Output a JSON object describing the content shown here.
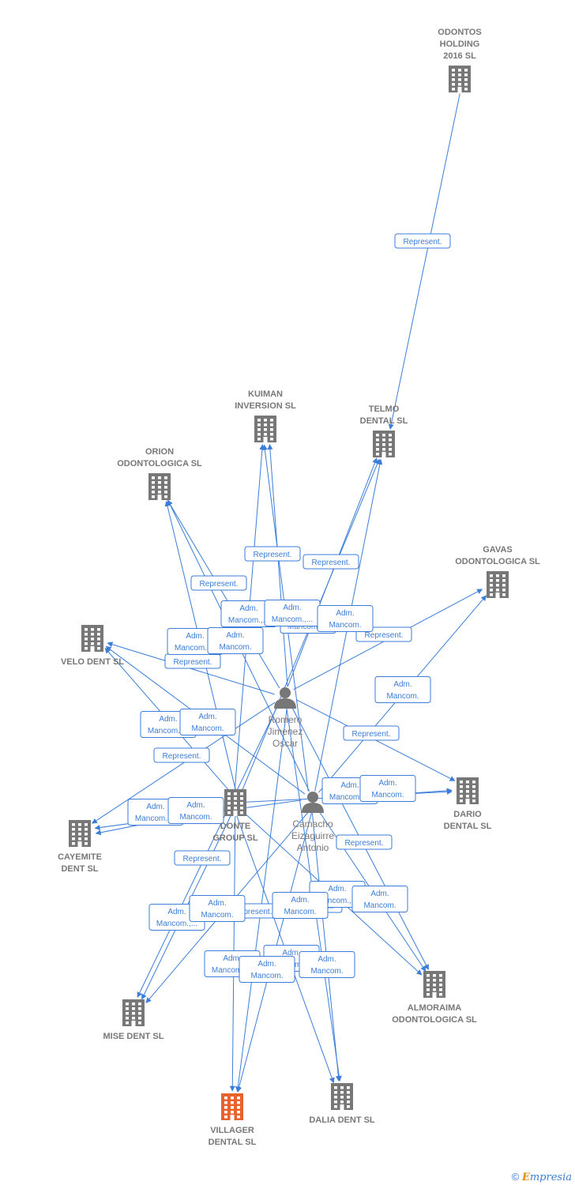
{
  "colors": {
    "edge": "#3b7dd8",
    "company": "#777777",
    "target": "#e8622e",
    "person": "#777777"
  },
  "companies": [
    {
      "id": "odontos",
      "lines": [
        "ODONTOS",
        "HOLDING",
        "2016  SL"
      ],
      "highlight": false
    },
    {
      "id": "telmo",
      "lines": [
        "TELMO",
        "DENTAL SL"
      ],
      "highlight": false
    },
    {
      "id": "kuiman",
      "lines": [
        "KUIMAN",
        "INVERSION SL"
      ],
      "highlight": false
    },
    {
      "id": "orion",
      "lines": [
        "ORION",
        "ODONTOLOGICA SL"
      ],
      "highlight": false
    },
    {
      "id": "gavas",
      "lines": [
        "GAVAS",
        "ODONTOLOGICA SL"
      ],
      "highlight": false
    },
    {
      "id": "velo",
      "lines": [
        "VELO DENT SL"
      ],
      "highlight": false
    },
    {
      "id": "dario",
      "lines": [
        "DARIO",
        "DENTAL SL"
      ],
      "highlight": false
    },
    {
      "id": "donte",
      "lines": [
        "DONTE",
        "GROUP  SL"
      ],
      "highlight": false
    },
    {
      "id": "cayemite",
      "lines": [
        "CAYEMITE",
        "DENT SL"
      ],
      "highlight": false
    },
    {
      "id": "almoraima",
      "lines": [
        "ALMORAIMA",
        "ODONTOLOGICA SL"
      ],
      "highlight": false
    },
    {
      "id": "mise",
      "lines": [
        "MISE DENT SL"
      ],
      "highlight": false
    },
    {
      "id": "dalia",
      "lines": [
        "DALIA DENT SL"
      ],
      "highlight": false
    },
    {
      "id": "villager",
      "lines": [
        "VILLAGER",
        "DENTAL  SL"
      ],
      "highlight": true
    }
  ],
  "persons": [
    {
      "id": "romero",
      "lines": [
        "Romero",
        "Jimenez",
        "Oscar"
      ]
    },
    {
      "id": "camacho",
      "lines": [
        "Camacho",
        "Eizaguirre",
        "Antonio"
      ]
    }
  ],
  "edges": [
    {
      "from": "odontos",
      "to": "telmo"
    },
    {
      "from": "romero",
      "to": "telmo"
    },
    {
      "from": "camacho",
      "to": "telmo"
    },
    {
      "from": "donte",
      "to": "telmo"
    },
    {
      "from": "romero",
      "to": "kuiman"
    },
    {
      "from": "camacho",
      "to": "kuiman"
    },
    {
      "from": "donte",
      "to": "kuiman"
    },
    {
      "from": "romero",
      "to": "orion"
    },
    {
      "from": "camacho",
      "to": "orion"
    },
    {
      "from": "donte",
      "to": "orion"
    },
    {
      "from": "romero",
      "to": "gavas"
    },
    {
      "from": "camacho",
      "to": "gavas"
    },
    {
      "from": "romero",
      "to": "velo"
    },
    {
      "from": "camacho",
      "to": "velo"
    },
    {
      "from": "donte",
      "to": "velo"
    },
    {
      "from": "romero",
      "to": "dario"
    },
    {
      "from": "camacho",
      "to": "dario"
    },
    {
      "from": "donte",
      "to": "dario"
    },
    {
      "from": "romero",
      "to": "cayemite"
    },
    {
      "from": "camacho",
      "to": "cayemite"
    },
    {
      "from": "donte",
      "to": "cayemite"
    },
    {
      "from": "romero",
      "to": "almoraima"
    },
    {
      "from": "camacho",
      "to": "almoraima"
    },
    {
      "from": "donte",
      "to": "almoraima"
    },
    {
      "from": "romero",
      "to": "mise"
    },
    {
      "from": "camacho",
      "to": "mise"
    },
    {
      "from": "donte",
      "to": "mise"
    },
    {
      "from": "romero",
      "to": "dalia"
    },
    {
      "from": "camacho",
      "to": "dalia"
    },
    {
      "from": "donte",
      "to": "dalia"
    },
    {
      "from": "romero",
      "to": "villager"
    },
    {
      "from": "camacho",
      "to": "villager"
    },
    {
      "from": "donte",
      "to": "villager"
    }
  ],
  "edge_labels": [
    {
      "lines": [
        "Represent."
      ]
    },
    {
      "lines": [
        "Represent."
      ]
    },
    {
      "lines": [
        "Represent."
      ]
    },
    {
      "lines": [
        "Represent."
      ]
    },
    {
      "lines": [
        "Represent."
      ]
    },
    {
      "lines": [
        "Represent."
      ]
    },
    {
      "lines": [
        "Represent."
      ]
    },
    {
      "lines": [
        "Represent."
      ]
    },
    {
      "lines": [
        "Represent."
      ]
    },
    {
      "lines": [
        "Represent."
      ]
    },
    {
      "lines": [
        "Represent."
      ]
    },
    {
      "lines": [
        "Represent."
      ]
    },
    {
      "lines": [
        "Adm.",
        "Mancom.,..."
      ]
    },
    {
      "lines": [
        "Adm.",
        "Mancom.,..."
      ]
    },
    {
      "lines": [
        "Adm.",
        "Mancom.,..."
      ]
    },
    {
      "lines": [
        "Adm.",
        "Mancom.,..."
      ]
    },
    {
      "lines": [
        "Adm.",
        "Mancom.,..."
      ]
    },
    {
      "lines": [
        "Adm.",
        "Mancom.,..."
      ]
    },
    {
      "lines": [
        "Adm.",
        "Mancom.,..."
      ]
    },
    {
      "lines": [
        "Adm.",
        "Mancom.,..."
      ]
    },
    {
      "lines": [
        "Adm.",
        "Mancom.,..."
      ]
    },
    {
      "lines": [
        "Adm.",
        "Mancom.,..."
      ]
    },
    {
      "lines": [
        "Adm.",
        "Mancom.,..."
      ]
    },
    {
      "lines": [
        "Adm.",
        "Mancom."
      ]
    },
    {
      "lines": [
        "Adm.",
        "Mancom."
      ]
    },
    {
      "lines": [
        "Adm.",
        "Mancom."
      ]
    },
    {
      "lines": [
        "Adm.",
        "Mancom."
      ]
    },
    {
      "lines": [
        "Adm.",
        "Mancom."
      ]
    },
    {
      "lines": [
        "Adm.",
        "Mancom."
      ]
    },
    {
      "lines": [
        "Adm.",
        "Mancom."
      ]
    },
    {
      "lines": [
        "Adm.",
        "Mancom."
      ]
    },
    {
      "lines": [
        "Adm.",
        "Mancom."
      ]
    },
    {
      "lines": [
        "Adm.",
        "Mancom."
      ]
    },
    {
      "lines": [
        "Adm.",
        "Mancom."
      ]
    }
  ],
  "footer": {
    "symbol": "©",
    "brand_initial": "E",
    "brand_rest": "mpresia"
  }
}
